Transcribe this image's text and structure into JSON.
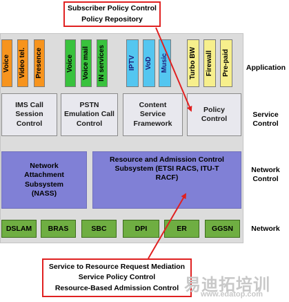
{
  "top_callout": "Subscriber Policy Control\nPolicy Repository",
  "bottom_callout": "Service to Resource Request Mediation\nService Policy Control\nResource-Based Admission Control",
  "applications": {
    "orange": [
      "Voice",
      "Video tel.",
      "Presence"
    ],
    "green": [
      "Voice",
      "Voice mail",
      "IN services"
    ],
    "blue": [
      "IPTV",
      "VoD",
      "Music"
    ],
    "yellow": [
      "Turbo BW",
      "Firewall",
      "Pre-paid"
    ]
  },
  "service_control": {
    "ims": "IMS Call Session Control",
    "pstn": "PSTN Emulation Call Control",
    "content": "Content Service Framework",
    "policy": "Policy Control"
  },
  "network_control": {
    "nass": "Network Attachment Subsystem (NASS)",
    "racs": "Resource and Admission Control Subsystem (ETSI RACS, ITU-T RACF)"
  },
  "network_elements": [
    "DSLAM",
    "BRAS",
    "SBC",
    "DPI",
    "ER",
    "GGSN"
  ],
  "layers": {
    "application": "Application",
    "service_control": "Service Control",
    "network_control": "Network Control",
    "network": "Network"
  },
  "watermark": {
    "brand": "易迪拓培训",
    "url": "www.edatop.com"
  },
  "colors": {
    "orange": "#f7941d",
    "green": "#39c23d",
    "blue": "#54c6f0",
    "yellow": "#f7ef8c",
    "control_gray": "#e8e8ee",
    "purple": "#8080d6",
    "network_green": "#6fae42",
    "callout_red": "#e02020"
  }
}
